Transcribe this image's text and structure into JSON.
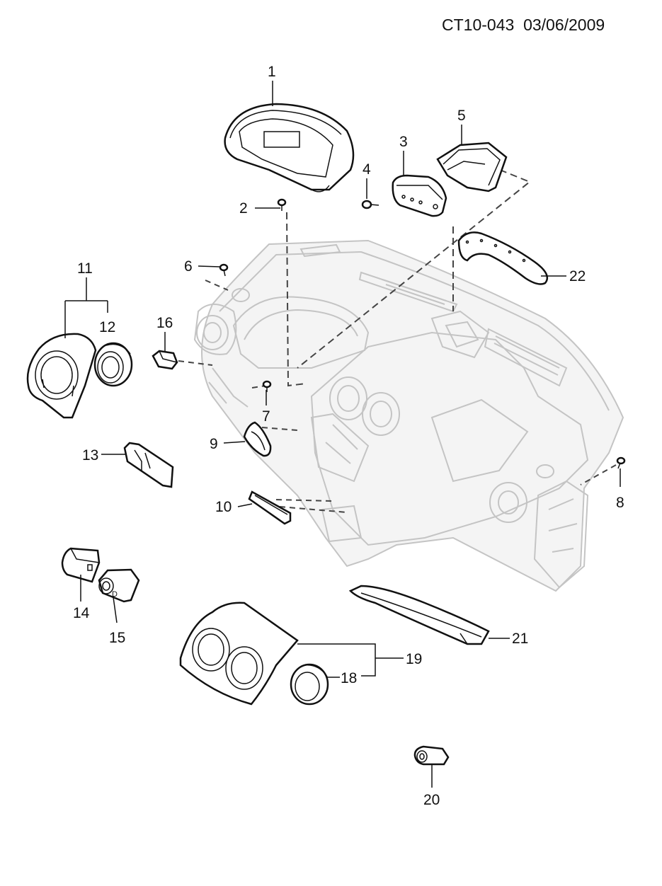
{
  "header": {
    "code": "CT10-043",
    "date": "03/06/2009"
  },
  "callouts": [
    {
      "id": "c1",
      "label": "1"
    },
    {
      "id": "c2",
      "label": "2"
    },
    {
      "id": "c3",
      "label": "3"
    },
    {
      "id": "c4",
      "label": "4"
    },
    {
      "id": "c5",
      "label": "5"
    },
    {
      "id": "c6",
      "label": "6"
    },
    {
      "id": "c7",
      "label": "7"
    },
    {
      "id": "c8",
      "label": "8"
    },
    {
      "id": "c9",
      "label": "9"
    },
    {
      "id": "c10",
      "label": "10"
    },
    {
      "id": "c11",
      "label": "11"
    },
    {
      "id": "c12",
      "label": "12"
    },
    {
      "id": "c13",
      "label": "13"
    },
    {
      "id": "c14",
      "label": "14"
    },
    {
      "id": "c15",
      "label": "15"
    },
    {
      "id": "c16",
      "label": "16"
    },
    {
      "id": "c18",
      "label": "18"
    },
    {
      "id": "c19",
      "label": "19"
    },
    {
      "id": "c20",
      "label": "20"
    },
    {
      "id": "c21",
      "label": "21"
    },
    {
      "id": "c22",
      "label": "22"
    }
  ],
  "switch_marking": "D"
}
